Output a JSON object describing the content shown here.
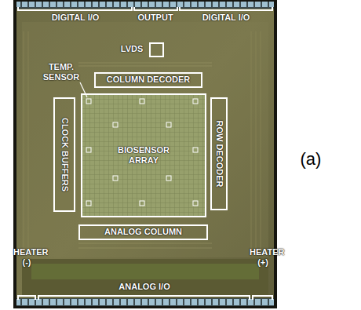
{
  "diagram": {
    "nodes": [
      {
        "text": [
          "COLUMN DECODER"
        ]
      },
      {
        "text": [
          "CLOCK BUFFERS"
        ]
      },
      {
        "text": [
          "BIOSENSOR ARRAY"
        ]
      },
      {
        "text": [
          "ROW DECODER"
        ]
      },
      {
        "text": [
          "ANALOG COLUMN"
        ]
      }
    ],
    "labels": [
      "DIGITAL I/O",
      "OUTPUT",
      "DIGITAL I/O",
      "LVDS",
      "TEMP. SENSOR",
      "HEATER (-)",
      "ANALOG I/O",
      "HEATER (+)",
      "(a)"
    ]
  }
}
